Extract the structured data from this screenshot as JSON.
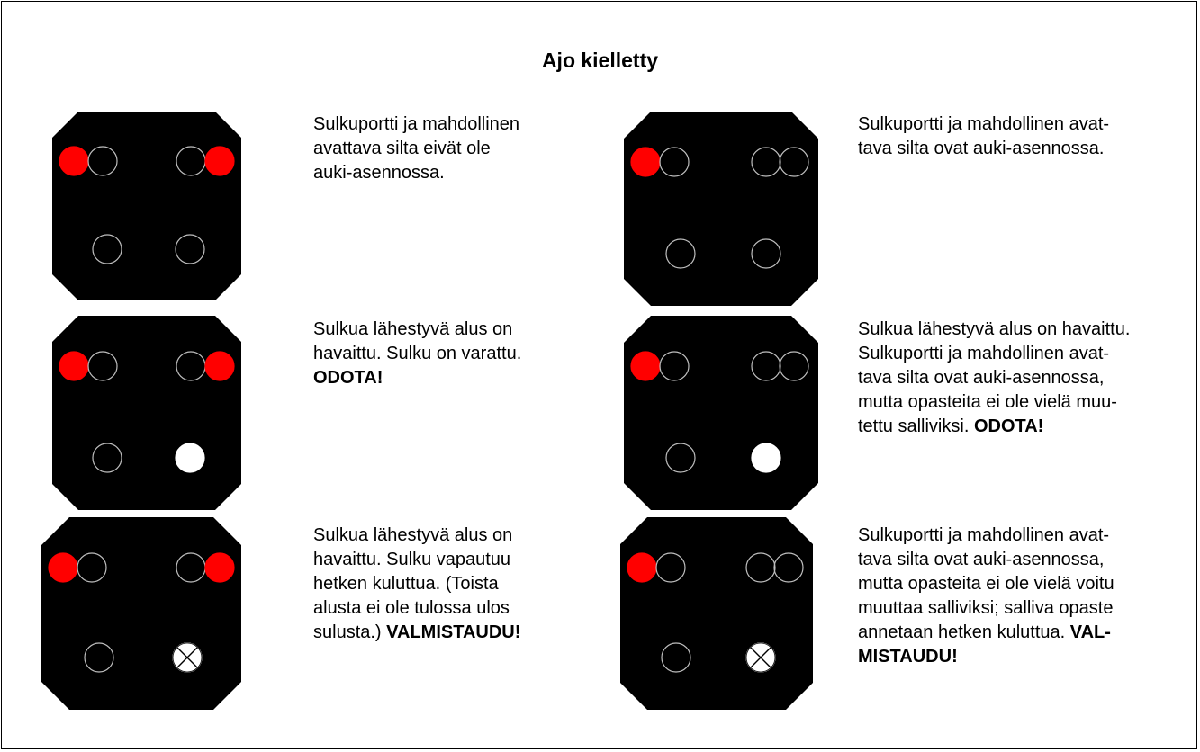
{
  "title": "Ajo kielletty",
  "colors": {
    "panel": "#000000",
    "red_lamp": "#ff0000",
    "white_lamp": "#ffffff",
    "lamp_outline": "#bfbfbf"
  },
  "signals": [
    {
      "top": "double-red",
      "bottom_right": "off",
      "lines": [
        "Sulkuportti ja mahdollinen",
        "avattava silta eivät ole",
        "auki-asennossa."
      ],
      "emphasis": ""
    },
    {
      "top": "single-red",
      "bottom_right": "off",
      "lines": [
        "Sulkuportti ja mahdollinen avat-",
        "tava silta ovat auki-asennossa."
      ],
      "emphasis": ""
    },
    {
      "top": "double-red",
      "bottom_right": "white-steady",
      "lines": [
        "Sulkua lähestyvä alus on",
        "havaittu. Sulku on varattu."
      ],
      "emphasis": "ODOTA!"
    },
    {
      "top": "single-red",
      "bottom_right": "white-steady",
      "lines": [
        "Sulkua lähestyvä alus on havaittu.",
        "Sulkuportti ja mahdollinen avat-",
        "tava silta ovat auki-asennossa,",
        "mutta opasteita ei ole vielä muu-",
        "tettu salliviksi."
      ],
      "emphasis": "ODOTA!"
    },
    {
      "top": "double-red",
      "bottom_right": "white-flashing",
      "lines": [
        "Sulkua lähestyvä alus on",
        "havaittu. Sulku vapautuu",
        "hetken kuluttua. (Toista",
        "alusta ei ole tulossa ulos",
        "sulusta.)"
      ],
      "emphasis": "VALMISTAUDU!"
    },
    {
      "top": "single-red",
      "bottom_right": "white-flashing",
      "lines": [
        "Sulkuportti ja mahdollinen avat-",
        "tava silta ovat auki-asennossa,",
        "mutta opasteita ei ole vielä voitu",
        "muuttaa salliviksi; salliva opaste",
        "annetaan hetken kuluttua."
      ],
      "emphasis": "VAL-|MISTAUDU!"
    }
  ]
}
